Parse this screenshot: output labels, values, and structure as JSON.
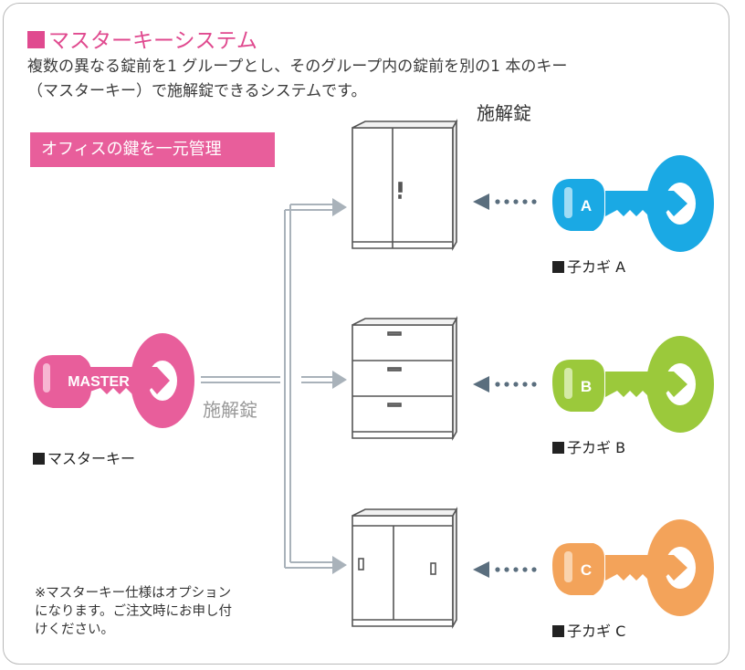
{
  "title": "マスターキーシステム",
  "description": [
    "複数の異なる錠前を1 グループとし、そのグループ内の錠前を別の1 本のキー",
    "（マスターキー）で施解錠できるシステムです。"
  ],
  "badge": "オフィスの鍵を一元管理",
  "unlock_label_top": "施解錠",
  "unlock_label_mid": "施解錠",
  "master_key": {
    "text": "MASTER",
    "label": "マスターキー",
    "color": "#e85e9b"
  },
  "child_keys": [
    {
      "letter": "A",
      "label": "子カギ A",
      "color": "#1aa9e4"
    },
    {
      "letter": "B",
      "label": "子カギ B",
      "color": "#9bc93b"
    },
    {
      "letter": "C",
      "label": "子カギ C",
      "color": "#f3a35a"
    }
  ],
  "cabinets": [
    {
      "type": "double-door-cabinet"
    },
    {
      "type": "drawer-cabinet"
    },
    {
      "type": "sliding-door-cabinet"
    }
  ],
  "note": [
    "※マスターキー仕様はオプション",
    "になります。ご注文時にお申し付",
    "けください。"
  ],
  "colors": {
    "accent": "#e04a8f",
    "arrow": "#5a6e7e",
    "line": "#a9b2ba"
  }
}
